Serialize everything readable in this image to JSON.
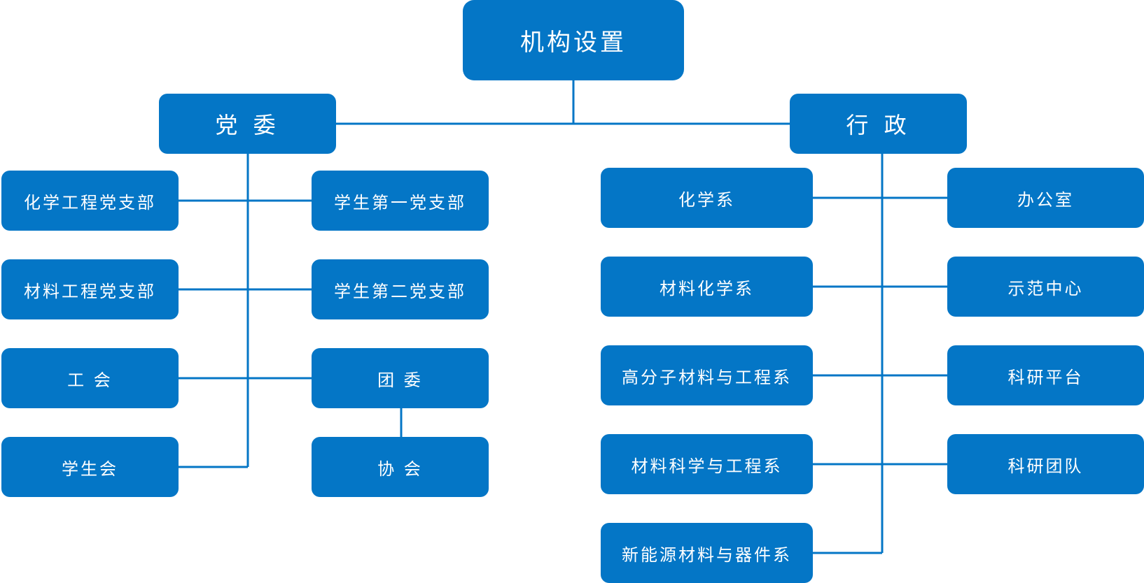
{
  "org": {
    "root": "机构设置",
    "party": {
      "label": "党 委",
      "units": {
        "chem_eng_branch": "化学工程党支部",
        "student_branch_1": "学生第一党支部",
        "mat_eng_branch": "材料工程党支部",
        "student_branch_2": "学生第二党支部",
        "union": "工 会",
        "youth_league": "团 委",
        "student_union": "学生会",
        "associations": "协 会"
      }
    },
    "admin": {
      "label": "行 政",
      "units": {
        "chem_dept": "化学系",
        "office": "办公室",
        "mat_chem_dept": "材料化学系",
        "demo_center": "示范中心",
        "polymer_dept": "高分子材料与工程系",
        "research_platform": "科研平台",
        "mat_sci_dept": "材料科学与工程系",
        "research_team": "科研团队",
        "energy_dept": "新能源材料与器件系"
      }
    }
  },
  "colors": {
    "box_fill": "#0476c6",
    "line": "#0476c6",
    "text": "#ffffff",
    "background": "#ffffff"
  }
}
